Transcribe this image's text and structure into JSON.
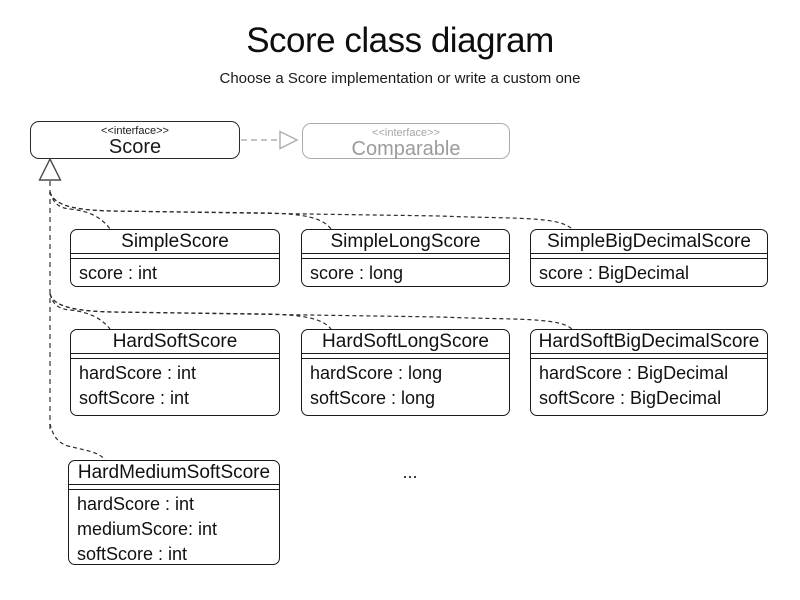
{
  "page": {
    "title": "Score class diagram",
    "subtitle": "Choose a Score implementation or write a custom one",
    "ellipsis": "..."
  },
  "interfaces": {
    "score": {
      "stereotype": "<<interface>>",
      "name": "Score"
    },
    "comparable": {
      "stereotype": "<<interface>>",
      "name": "Comparable"
    }
  },
  "classes": [
    {
      "name": "SimpleScore",
      "attributes": [
        "score : int"
      ]
    },
    {
      "name": "SimpleLongScore",
      "attributes": [
        "score : long"
      ]
    },
    {
      "name": "SimpleBigDecimalScore",
      "attributes": [
        "score : BigDecimal"
      ]
    },
    {
      "name": "HardSoftScore",
      "attributes": [
        "hardScore : int",
        "softScore : int"
      ]
    },
    {
      "name": "HardSoftLongScore",
      "attributes": [
        "hardScore : long",
        "softScore : long"
      ]
    },
    {
      "name": "HardSoftBigDecimalScore",
      "attributes": [
        "hardScore : BigDecimal",
        "softScore : BigDecimal"
      ]
    },
    {
      "name": "HardMediumSoftScore",
      "attributes": [
        "hardScore : int",
        "mediumScore: int",
        "softScore : int"
      ]
    }
  ],
  "relationships": {
    "realization": {
      "from": "Score",
      "to": "Comparable",
      "style": "dashed, hollow triangle"
    },
    "generalizations": [
      {
        "from": "SimpleScore",
        "to": "Score"
      },
      {
        "from": "SimpleLongScore",
        "to": "Score"
      },
      {
        "from": "SimpleBigDecimalScore",
        "to": "Score"
      },
      {
        "from": "HardSoftScore",
        "to": "Score"
      },
      {
        "from": "HardSoftLongScore",
        "to": "Score"
      },
      {
        "from": "HardSoftBigDecimalScore",
        "to": "Score"
      },
      {
        "from": "HardMediumSoftScore",
        "to": "Score"
      }
    ]
  },
  "colors": {
    "background": "#ffffff",
    "class_border": "#1a1a1a",
    "text": "#111111",
    "muted_border": "#ababab",
    "muted_text": "#9c9c9c",
    "connector": "#2b2b2b",
    "trunk": "#787878"
  }
}
